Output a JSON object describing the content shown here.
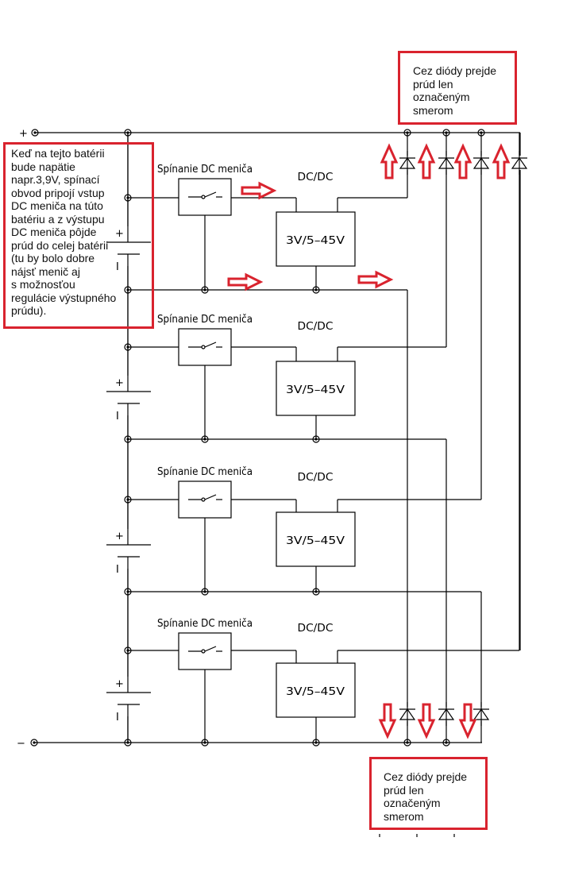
{
  "terminals": {
    "plus": "+",
    "minus": "−"
  },
  "stages": [
    {
      "switch_label": "Spínanie DC meniča",
      "converter_label": "DC/DC",
      "converter_rating": "3V/5–45V"
    },
    {
      "switch_label": "Spínanie DC meniča",
      "converter_label": "DC/DC",
      "converter_rating": "3V/5–45V"
    },
    {
      "switch_label": "Spínanie DC meniča",
      "converter_label": "DC/DC",
      "converter_rating": "3V/5–45V"
    },
    {
      "switch_label": "Spínanie DC meniča",
      "converter_label": "DC/DC",
      "converter_rating": "3V/5–45V"
    }
  ],
  "battery_marks": {
    "plus": "+",
    "minus": "I"
  },
  "notes": {
    "left": [
      "Keď na tejto batérii",
      "bude napätie",
      "napr.3,9V, spínací",
      "obvod pripojí vstup",
      "DC meniča na túto",
      "batériu a z výstupu",
      "DC meniča pôjde",
      "prúd do celej batérii",
      "(tu by bolo dobre",
      "nájsť menič aj",
      "s možnosťou",
      "regulácie výstupného",
      "prúdu)."
    ],
    "top_right": [
      "Cez diódy prejde",
      "prúd len",
      "označeným",
      "smerom"
    ],
    "bottom_right": [
      "Cez diódy prejde",
      "prúd len",
      "označeným",
      "smerom"
    ]
  },
  "colors": {
    "annotation": "#d9232e",
    "wire": "#000000"
  }
}
